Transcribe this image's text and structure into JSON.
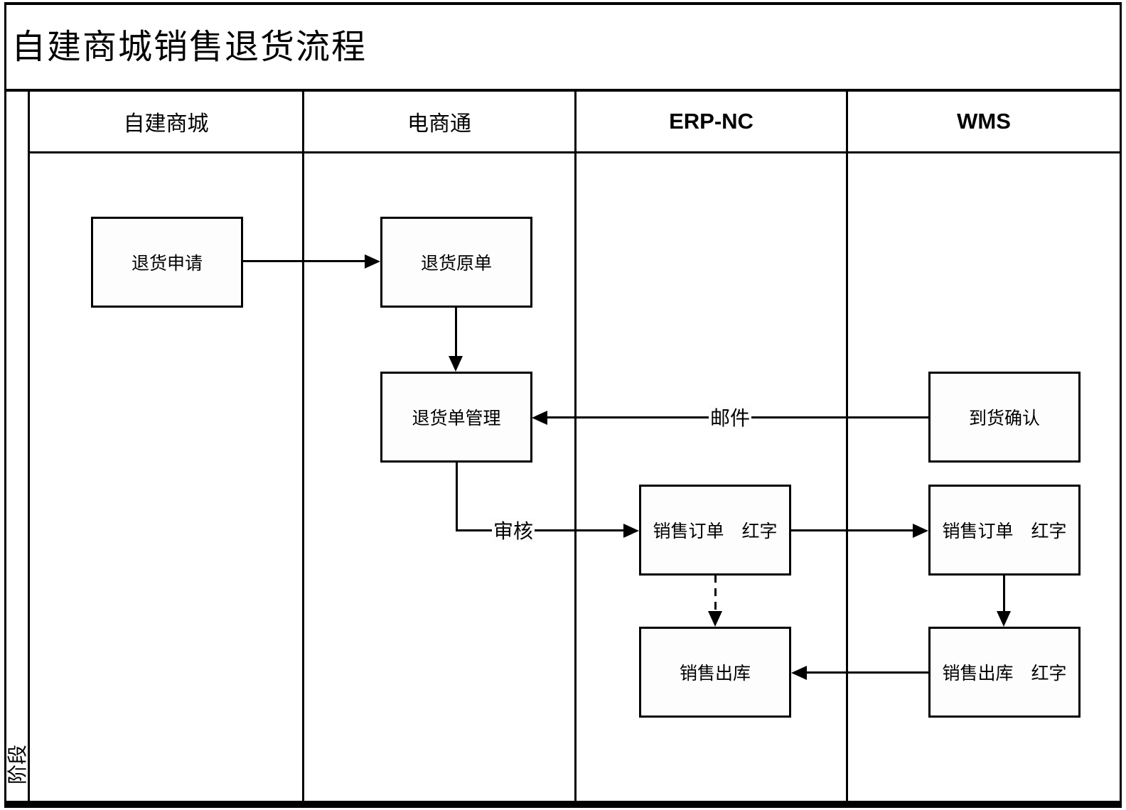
{
  "title": "自建商城销售退货流程",
  "stage_label": "阶段",
  "lanes": [
    {
      "label": "自建商城"
    },
    {
      "label": "电商通"
    },
    {
      "label": "ERP-NC"
    },
    {
      "label": "WMS"
    }
  ],
  "nodes": [
    {
      "id": "return-request",
      "label": "退货申请",
      "lane": "自建商城"
    },
    {
      "id": "return-original-order",
      "label": "退货原单",
      "lane": "电商通"
    },
    {
      "id": "return-order-management",
      "label": "退货单管理",
      "lane": "电商通"
    },
    {
      "id": "arrival-confirmation",
      "label": "到货确认",
      "lane": "WMS"
    },
    {
      "id": "sales-order-red-erp",
      "label": "销售订单　红字",
      "lane": "ERP-NC"
    },
    {
      "id": "sales-order-red-wms",
      "label": "销售订单　红字",
      "lane": "WMS"
    },
    {
      "id": "sales-outbound-erp",
      "label": "销售出库",
      "lane": "ERP-NC"
    },
    {
      "id": "sales-outbound-red-wms",
      "label": "销售出库　红字",
      "lane": "WMS"
    }
  ],
  "edges": [
    {
      "from": "return-request",
      "to": "return-original-order",
      "style": "solid",
      "label": ""
    },
    {
      "from": "return-original-order",
      "to": "return-order-management",
      "style": "solid",
      "label": ""
    },
    {
      "from": "arrival-confirmation",
      "to": "return-order-management",
      "style": "solid",
      "label": "邮件"
    },
    {
      "from": "return-order-management",
      "to": "sales-order-red-erp",
      "style": "solid",
      "label": "审核"
    },
    {
      "from": "sales-order-red-erp",
      "to": "sales-order-red-wms",
      "style": "solid",
      "label": ""
    },
    {
      "from": "sales-order-red-erp",
      "to": "sales-outbound-erp",
      "style": "dashed",
      "label": ""
    },
    {
      "from": "sales-order-red-wms",
      "to": "sales-outbound-red-wms",
      "style": "solid",
      "label": ""
    },
    {
      "from": "sales-outbound-red-wms",
      "to": "sales-outbound-erp",
      "style": "solid",
      "label": ""
    }
  ],
  "colors": {
    "line": "#000000",
    "background": "#ffffff",
    "node_fill": "#fdfdfd"
  }
}
